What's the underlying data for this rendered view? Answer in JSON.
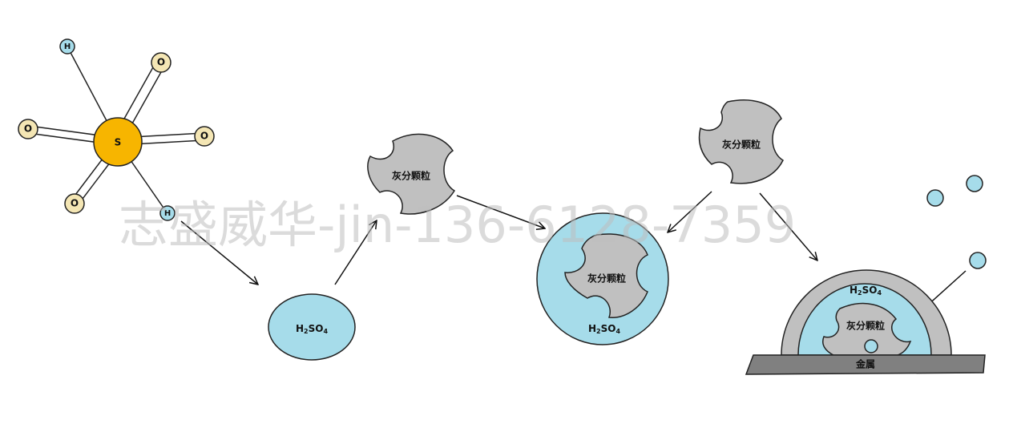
{
  "molecule": {
    "center": "S",
    "hydrogen": "H",
    "oxygen": "O"
  },
  "labels": {
    "h2so4_main": "H",
    "h2so4_sub2": "2",
    "h2so4_mid": "SO",
    "h2so4_sub4": "4",
    "ash_particle": "灰分颗粒",
    "metal": "金属"
  },
  "watermark": "志盛威华-jin-136-6128-7359",
  "colors": {
    "sulfur": "#f7b500",
    "oxygen": "#f4e6b4",
    "hydrogen": "#a6dcea",
    "acid": "#a6dcea",
    "particle": "#c0c0c0",
    "metal": "#808080"
  }
}
